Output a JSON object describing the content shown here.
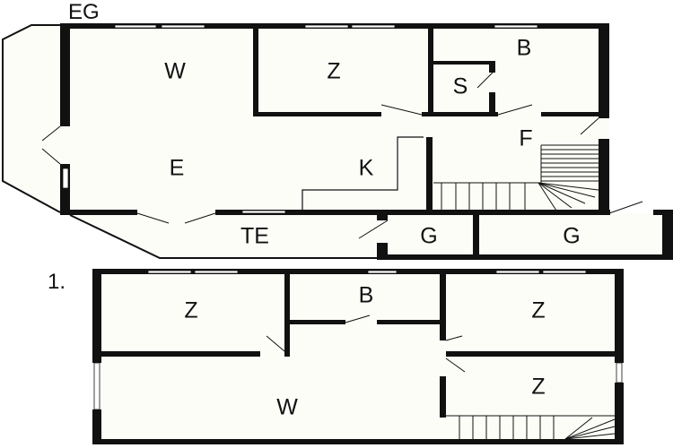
{
  "ground_floor": {
    "title": "EG",
    "rooms": {
      "living": "W",
      "bedroom": "Z",
      "bath": "B",
      "storage": "S",
      "hall": "F",
      "dining": "E",
      "kitchen": "K",
      "terrace": "TE",
      "garage_left": "G",
      "garage_right": "G"
    }
  },
  "first_floor": {
    "title": "1.",
    "rooms": {
      "bedroom_left": "Z",
      "bath": "B",
      "bedroom_right_top": "Z",
      "bedroom_right_bottom": "Z",
      "living": "W"
    }
  },
  "colors": {
    "wall": "#111111",
    "floor": "#fdfdf8",
    "window": "#ffffff"
  }
}
